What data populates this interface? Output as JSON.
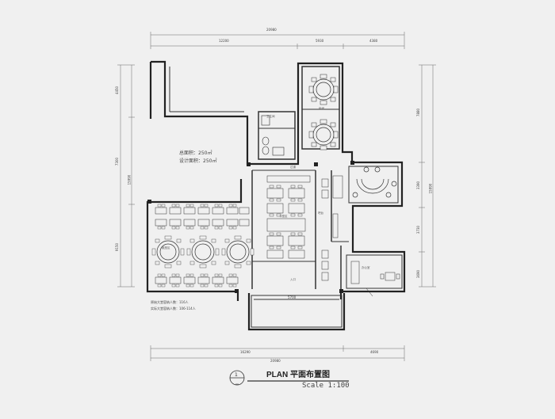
{
  "plan": {
    "title": "PLAN  平面布置图",
    "scale": "Scale 1:100",
    "drawing_number": "1",
    "area_total": "总面积：250㎡",
    "area_design": "设计面积：250㎡",
    "note_original": "原始大堂容纳人数：116人",
    "note_actual": "实际大堂容纳人数：106-114人"
  },
  "dimensions": {
    "top_overall": "20980",
    "top_seg_1": "12200",
    "top_seg_2": "5930",
    "top_seg_3": "4380",
    "bottom_overall": "20980",
    "bottom_seg_1": "16290",
    "bottom_seg_2": "4690",
    "entry_width": "5700",
    "left_overall": "15990",
    "left_seg_1": "4450",
    "left_seg_2": "7300",
    "left_seg_3": "9150",
    "right_seg_1": "7880",
    "right_seg_2": "3390",
    "right_seg_3": "3730",
    "right_seg_4": "3690",
    "right_overall": "15990"
  },
  "rooms": {
    "private_room": "包间",
    "aisle": "过道",
    "private_sofa": "卡座区",
    "hall": "散座区",
    "office": "办公室",
    "entrance": "入口",
    "bar": "吧台",
    "wc": "卫生间"
  }
}
